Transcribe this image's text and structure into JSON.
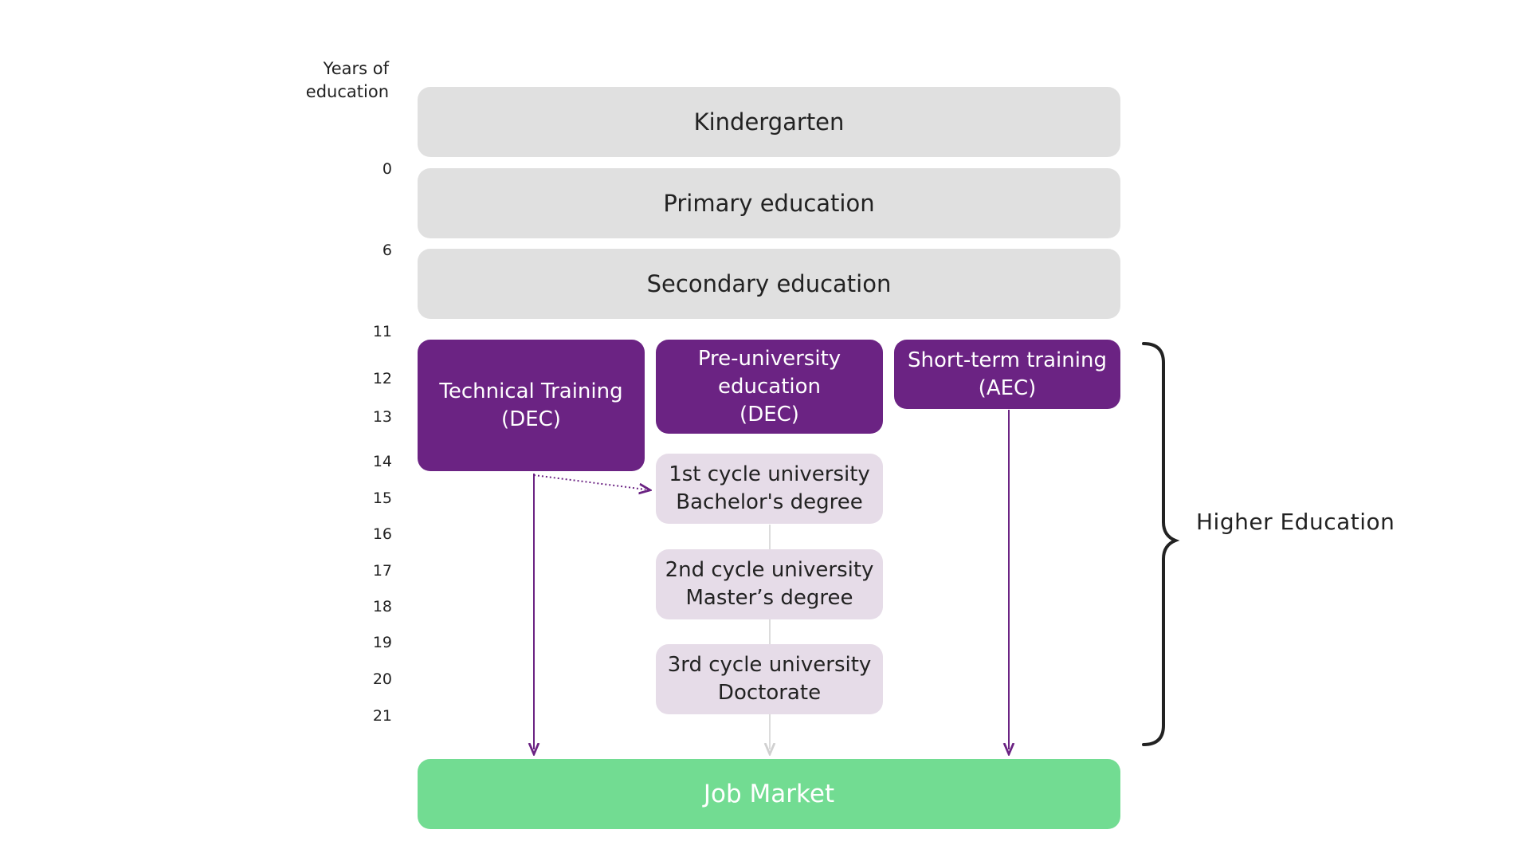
{
  "axis": {
    "label": "Years of\neducation",
    "ticks": [
      "0",
      "6",
      "11",
      "12",
      "13",
      "14",
      "15",
      "16",
      "17",
      "18",
      "19",
      "20",
      "21"
    ]
  },
  "boxes": {
    "kindergarten": "Kindergarten",
    "primary": "Primary education",
    "secondary": "Secondary education",
    "technical": "Technical Training\n(DEC)",
    "preuniversity": "Pre-university\neducation\n(DEC)",
    "shortterm": "Short-term training\n(AEC)",
    "cycle1": "1st cycle university\nBachelor's degree",
    "cycle2": "2nd cycle university\nMaster’s degree",
    "cycle3": "3rd cycle university\nDoctorate",
    "job_market": "Job Market"
  },
  "higher_education_label": "Higher Education",
  "colors": {
    "grey": "#e0e0e0",
    "purple": "#6b2383",
    "lilac": "#e6dce8",
    "green": "#72dc92"
  }
}
